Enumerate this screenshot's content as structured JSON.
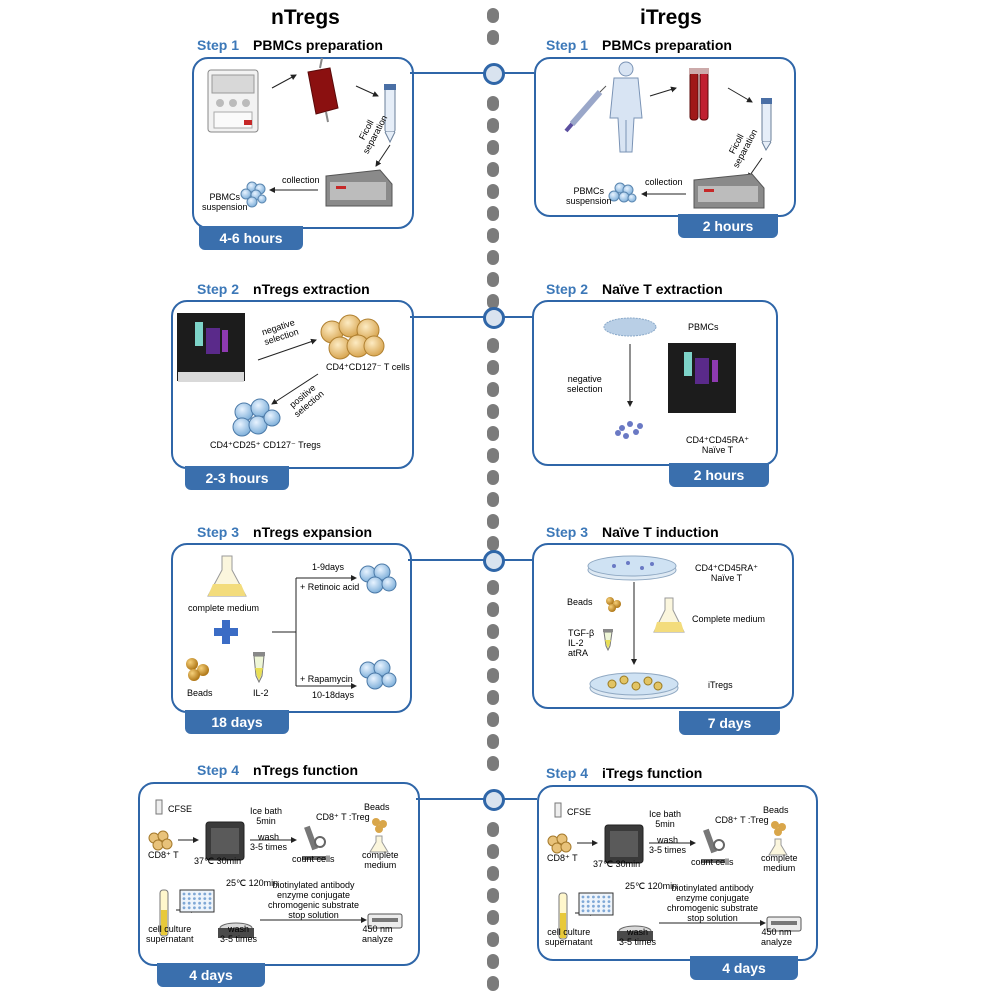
{
  "columns": {
    "left": "nTregs",
    "right": "iTregs"
  },
  "left": {
    "step1": {
      "num": "Step 1",
      "title": "PBMCs preparation",
      "ficoll": "Ficoll\nseparation",
      "collection": "collection",
      "pbmcs": "PBMCs\nsuspension",
      "time": "4-6 hours"
    },
    "step2": {
      "num": "Step 2",
      "title": "nTregs extraction",
      "neg": "negative\nselection",
      "cd4cells": "CD4⁺CD127⁻ T cells",
      "pos": "positive\nselection",
      "tregs": "CD4⁺CD25⁺ CD127⁻ Tregs",
      "time": "2-3 hours"
    },
    "step3": {
      "num": "Step 3",
      "title": "nTregs expansion",
      "medium": "complete medium",
      "beads": "Beads",
      "il2": "IL-2",
      "d1": "1-9days",
      "ra": "+ Retinoic acid",
      "rapa": "+ Rapamycin",
      "d2": "10-18days",
      "time": "18 days"
    },
    "step4": {
      "num": "Step 4",
      "title": "nTregs function",
      "cfse": "CFSE",
      "cd8": "CD8⁺ T",
      "incub": "37℃ 30min",
      "ice": "Ice bath\n5min",
      "wash1": "wash\n3-5 times",
      "count": "count cells",
      "ratio": "CD8⁺ T :Treg",
      "beads": "Beads",
      "medium": "complete\nmedium",
      "super": "cell culture\nsupernatant",
      "temp": "25℃ 120min",
      "wash2": "wash\n3-5 times",
      "reagents": "biotinylated antibody\nenzyme conjugate\nchromogenic substrate\nstop solution",
      "analyze": "450 nm\nanalyze",
      "time": "4 days"
    }
  },
  "right": {
    "step1": {
      "num": "Step 1",
      "title": "PBMCs preparation",
      "ficoll": "Ficoll\nseparation",
      "collection": "collection",
      "pbmcs": "PBMCs\nsuspension",
      "time": "2 hours"
    },
    "step2": {
      "num": "Step 2",
      "title": "Naïve T  extraction",
      "pbmcs": "PBMCs",
      "neg": "negative\nselection",
      "naive": "CD4⁺CD45RA⁺\nNaïve T",
      "time": "2 hours"
    },
    "step3": {
      "num": "Step 3",
      "title": "Naïve T induction",
      "naive": "CD4⁺CD45RA⁺\nNaïve T",
      "beads": "Beads",
      "factors": "TGF-β\nIL-2\natRA",
      "medium": "Complete medium",
      "itregs": "iTregs",
      "time": "7 days"
    },
    "step4": {
      "num": "Step 4",
      "title": "iTregs function",
      "cfse": "CFSE",
      "cd8": "CD8⁺ T",
      "incub": "37℃ 30min",
      "ice": "Ice bath\n5min",
      "wash1": "wash\n3-5 times",
      "count": "count cells",
      "ratio": "CD8⁺ T :Treg",
      "beads": "Beads",
      "medium": "complete\nmedium",
      "super": "cell culture\nsupernatant",
      "temp": "25℃ 120min",
      "wash2": "wash\n3-5 times",
      "reagents": "biotinylated antibody\nenzyme conjugate\nchromogenic substrate\nstop solution",
      "analyze": "450 nm\nanalyze",
      "time": "4 days"
    }
  },
  "colors": {
    "panel_border": "#2f66a8",
    "tab_fill": "#3a6fad",
    "step_number": "#3c78b8",
    "divider_dot": "#7b7b7b",
    "cell_blue": "#8fb8dc",
    "cell_tan": "#e8c27a",
    "plus_blue": "#3b6cc5"
  },
  "icons": [
    "apheresis-machine-icon",
    "blood-bag-icon",
    "centrifuge-tube-icon",
    "centrifuge-icon",
    "cell-cluster-icon",
    "syringe-icon",
    "human-figure-icon",
    "blood-tubes-icon",
    "cell-sorter-icon",
    "flask-icon",
    "beads-icon",
    "eppendorf-tube-icon",
    "petri-dish-icon",
    "incubator-icon",
    "microscope-icon",
    "elisa-plate-icon",
    "plate-shaker-icon",
    "plate-reader-icon",
    "test-tube-icon"
  ]
}
